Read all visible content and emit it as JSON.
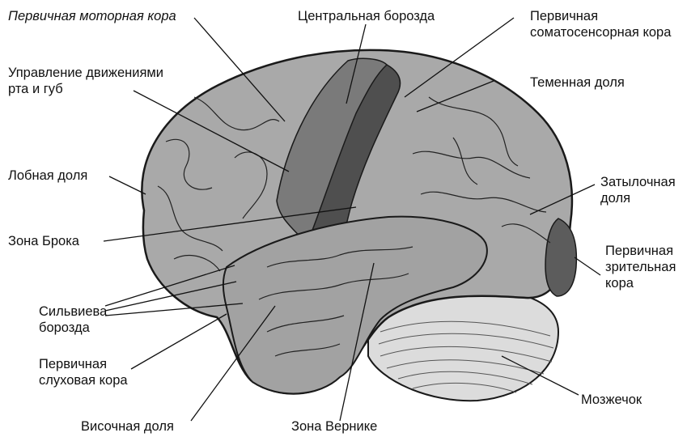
{
  "labels": {
    "primary_motor": "Первичная моторная кора",
    "lip_control": [
      "Управление движениями",
      "рта и губ"
    ],
    "frontal": "Лобная доля",
    "broca": "Зона Брока",
    "sylvian": [
      "Сильвиева",
      "борозда"
    ],
    "auditory": [
      "Первичная",
      "слуховая кора"
    ],
    "temporal": "Височная доля",
    "central_sulcus": "Центральная борозда",
    "somatosensory": [
      "Первичная",
      "соматосенсорная кора"
    ],
    "parietal": "Теменная доля",
    "occipital": [
      "Затылочная",
      "доля"
    ],
    "visual": [
      "Первичная",
      "зрительная",
      "кора"
    ],
    "cerebellum": "Мозжечок",
    "wernicke": "Зона Вернике"
  },
  "colors": {
    "cortex": "#a9a9a9",
    "motor_cortex": "#7a7a7a",
    "somatosensory_cortex": "#4f4f4f",
    "visual_cortex": "#5c5c5c",
    "temporal_lobe": "#a2a2a2",
    "cerebellum": "#dcdcdc",
    "outline": "#1a1a1a",
    "background": "#ffffff"
  }
}
